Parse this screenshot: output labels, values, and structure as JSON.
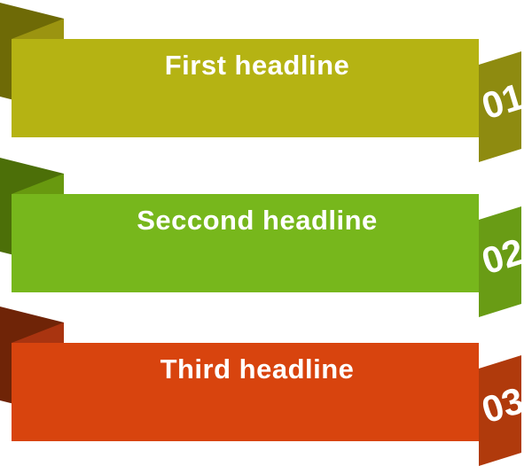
{
  "canvas": {
    "background": "#ffffff"
  },
  "text_color": "#ffffff",
  "ribbons": [
    {
      "headline": "First headline",
      "number": "01",
      "colors": {
        "flap": "#6e6a06",
        "fold": "#9b9410",
        "band": "#b5b313",
        "panel": "#8e8b10"
      }
    },
    {
      "headline": "Seccond headline",
      "number": "02",
      "colors": {
        "flap": "#4c6f08",
        "fold": "#68990f",
        "band": "#77b71c",
        "panel": "#699c15"
      }
    },
    {
      "headline": "Third headline",
      "number": "03",
      "colors": {
        "flap": "#6f2407",
        "fold": "#a93410",
        "band": "#d8440e",
        "panel": "#b03a0c"
      }
    }
  ]
}
